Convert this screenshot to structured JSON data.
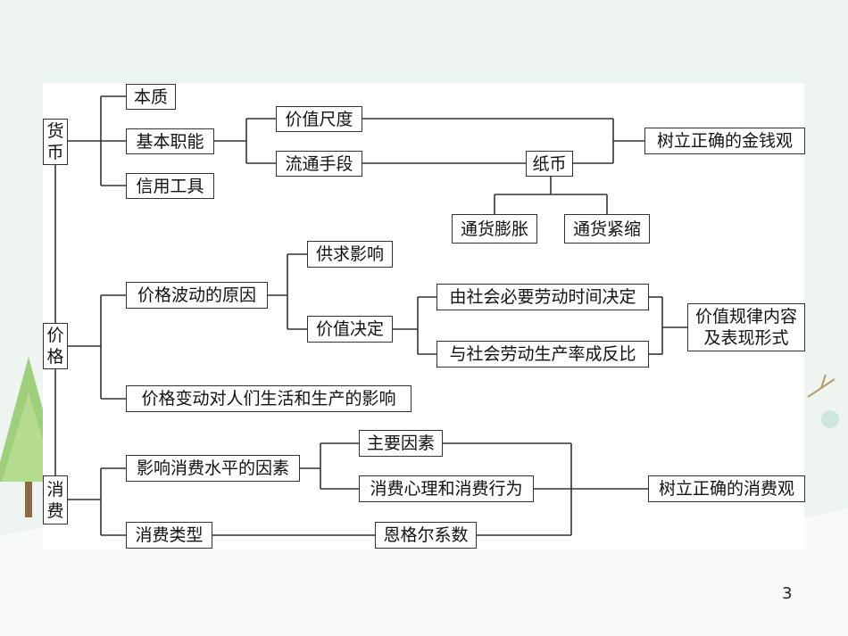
{
  "page_number": "3",
  "nodes": {
    "money": [
      "货",
      "币"
    ],
    "price": [
      "价",
      "格"
    ],
    "consume": [
      "消",
      "费"
    ],
    "benzhi": "本质",
    "jiben_zhineng": "基本职能",
    "xinyong_gongju": "信用工具",
    "jiazhi_chidu": "价值尺度",
    "liutong_shouduan": "流通手段",
    "zhibi": "纸币",
    "tonghuo_pengzhang": "通货膨胀",
    "tonghuo_jinsuo": "通货紧缩",
    "shuli_jinqian": "树立正确的金钱观",
    "jiage_bodong_yuanyin": "价格波动的原因",
    "gongqiu_yingxiang": "供求影响",
    "jiazhi_jueding": "价值决定",
    "shehui_biyao": "由社会必要劳动时间决定",
    "shehui_shengchanlv": "与社会劳动生产率成反比",
    "jiazhi_guilv": [
      "价值规律内容",
      "及表现形式"
    ],
    "jiage_biandong": "价格变动对人们生活和生产的影响",
    "yingxiang_xiaofei": "影响消费水平的因素",
    "zhuyao_yinsu": "主要因素",
    "xiaofei_xinli": "消费心理和消费行为",
    "shuli_xiaofei": "树立正确的消费观",
    "xiaofei_leixing": "消费类型",
    "engeer": "恩格尔系数"
  }
}
